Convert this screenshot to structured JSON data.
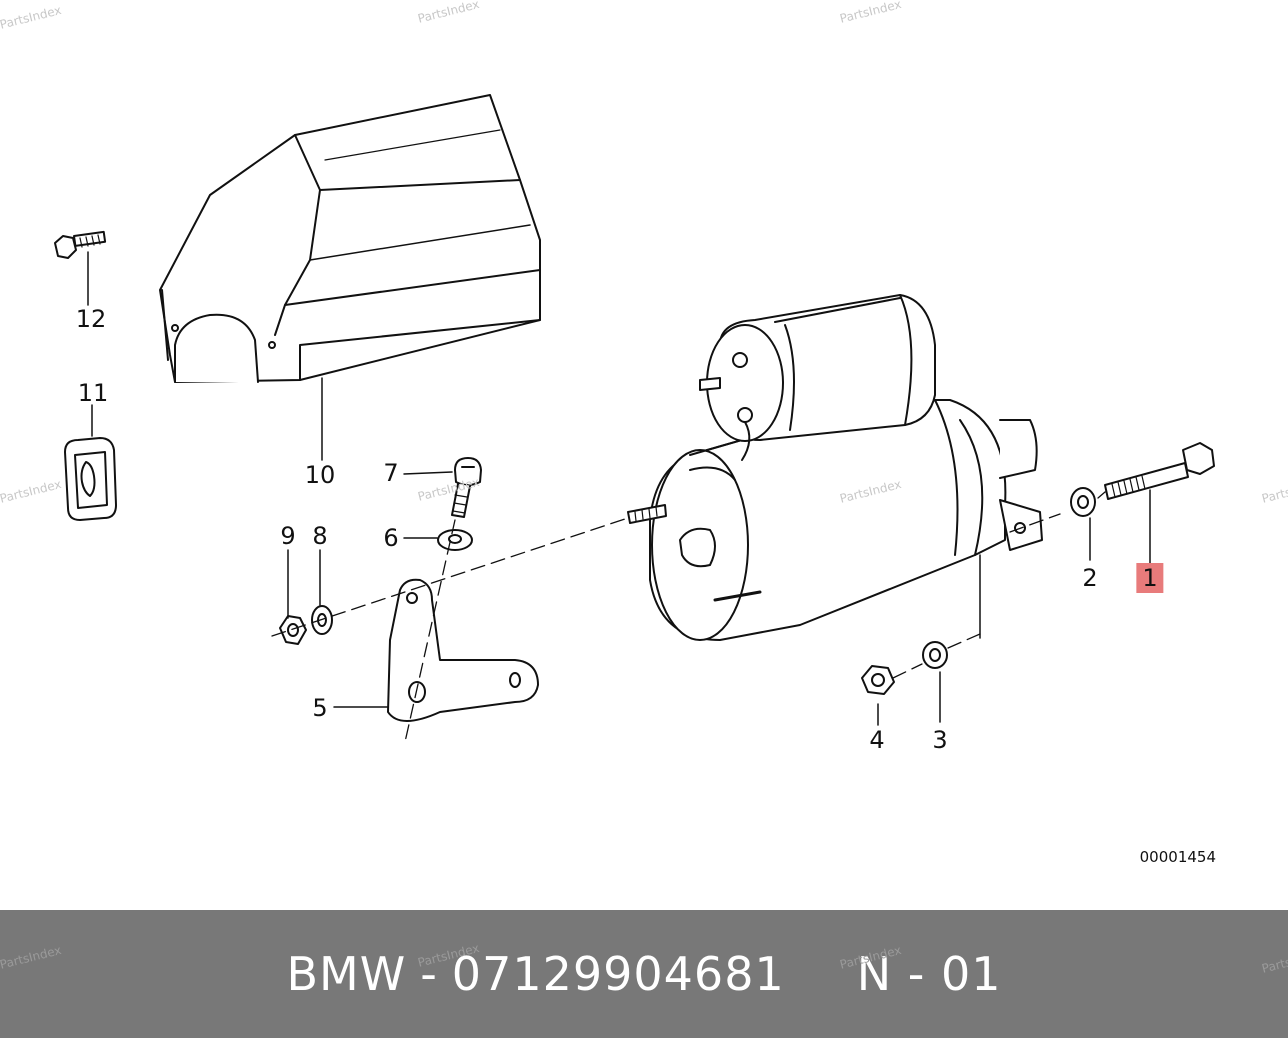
{
  "page": {
    "drawing_number": "00001454",
    "footer": {
      "brand": "BMW",
      "separator": "-",
      "part_number": "07129904681",
      "position_code": "N - 01"
    },
    "watermark_text": "PartsIndex",
    "highlight_color": "#e87b7b",
    "footer_color": "#787878"
  },
  "callouts": [
    {
      "id": "1",
      "label": "1",
      "highlighted": true
    },
    {
      "id": "2",
      "label": "2",
      "highlighted": false
    },
    {
      "id": "3",
      "label": "3",
      "highlighted": false
    },
    {
      "id": "4",
      "label": "4",
      "highlighted": false
    },
    {
      "id": "5",
      "label": "5",
      "highlighted": false
    },
    {
      "id": "6",
      "label": "6",
      "highlighted": false
    },
    {
      "id": "7",
      "label": "7",
      "highlighted": false
    },
    {
      "id": "8",
      "label": "8",
      "highlighted": false
    },
    {
      "id": "9",
      "label": "9",
      "highlighted": false
    },
    {
      "id": "10",
      "label": "10",
      "highlighted": false
    },
    {
      "id": "11",
      "label": "11",
      "highlighted": false
    },
    {
      "id": "12",
      "label": "12",
      "highlighted": false
    }
  ]
}
